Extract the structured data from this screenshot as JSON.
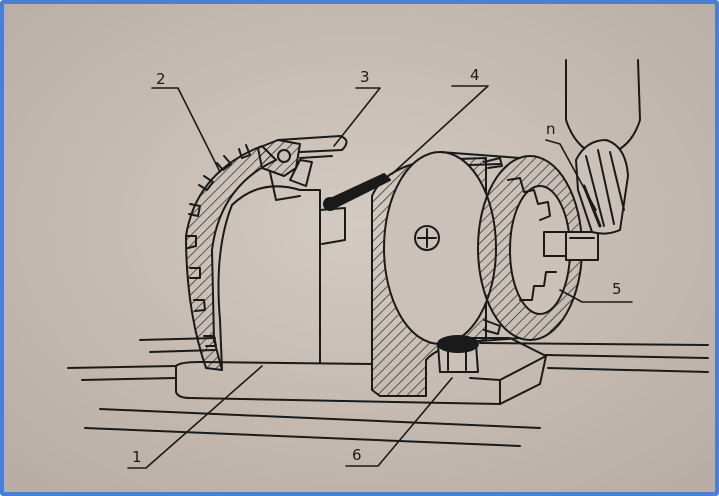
{
  "figure": {
    "callouts": [
      {
        "key": "c1",
        "label": "1"
      },
      {
        "key": "c2",
        "label": "2"
      },
      {
        "key": "c3",
        "label": "3"
      },
      {
        "key": "c4",
        "label": "4"
      },
      {
        "key": "c5",
        "label": "5"
      },
      {
        "key": "c6",
        "label": "6"
      },
      {
        "key": "cn",
        "label": "n"
      }
    ],
    "colors": {
      "frame": "#4a7fd6",
      "paper": "#c9bfb7",
      "ink": "#1a1a1a"
    }
  }
}
